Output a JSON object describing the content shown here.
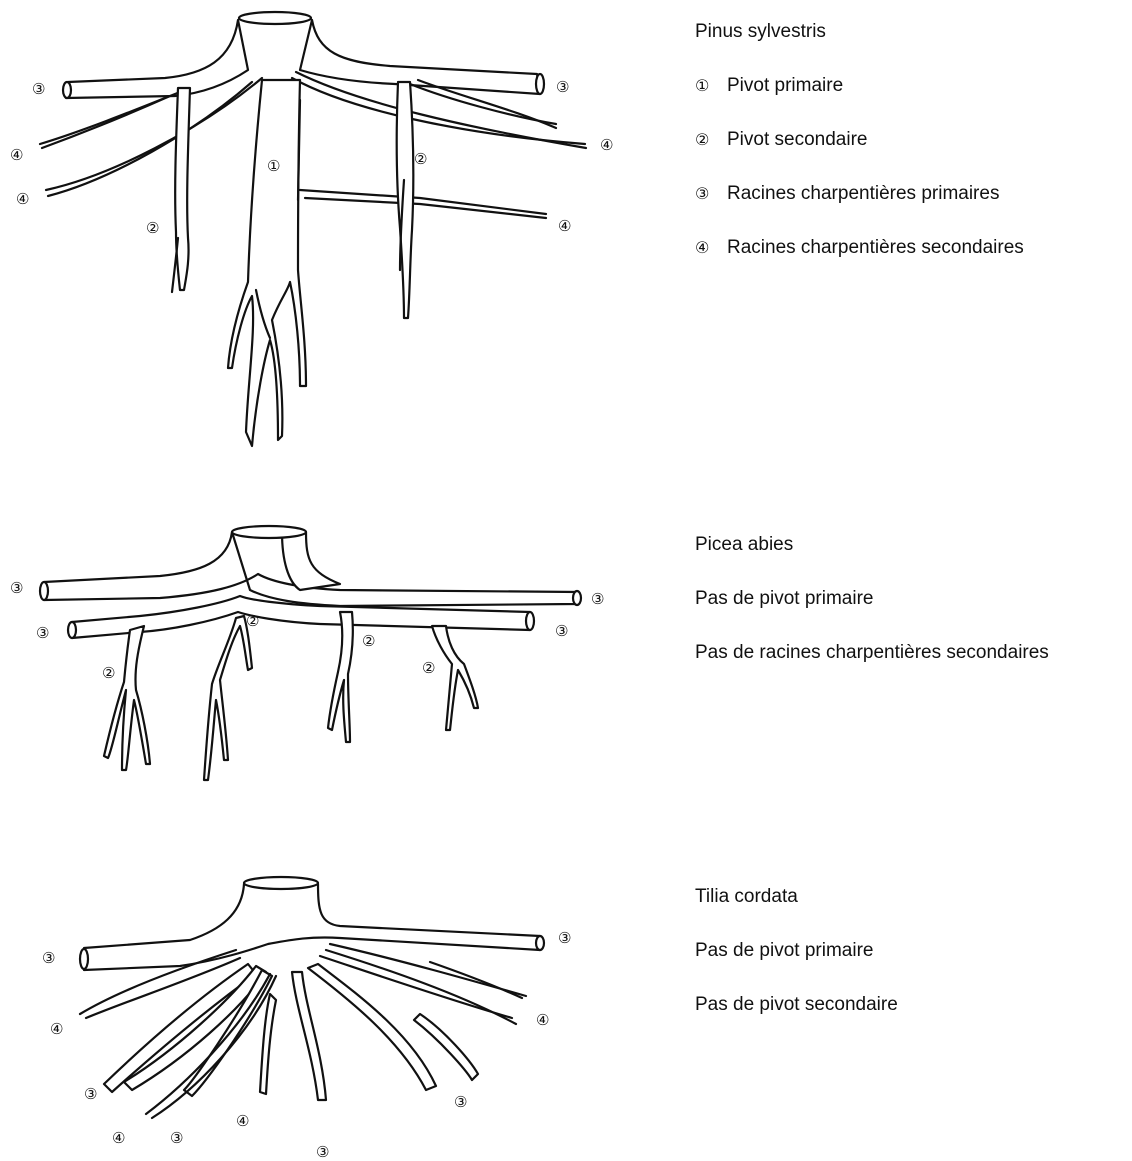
{
  "markers": {
    "m1": "①",
    "m2": "②",
    "m3": "③",
    "m4": "④"
  },
  "species": [
    {
      "name": "Pinus sylvestris",
      "legend": [
        {
          "marker": "①",
          "text": "Pivot primaire"
        },
        {
          "marker": "②",
          "text": "Pivot secondaire"
        },
        {
          "marker": "③",
          "text": "Racines charpentières primaires"
        },
        {
          "marker": "④",
          "text": "Racines charpentières secondaires"
        }
      ]
    },
    {
      "name": "Picea abies",
      "legend": [
        {
          "marker": "",
          "text": "Pas de pivot primaire"
        },
        {
          "marker": "",
          "text": "Pas de racines charpentières secondaires"
        }
      ]
    },
    {
      "name": "Tilia cordata",
      "legend": [
        {
          "marker": "",
          "text": "Pas de pivot primaire"
        },
        {
          "marker": "",
          "text": "Pas de pivot secondaire"
        }
      ]
    }
  ]
}
